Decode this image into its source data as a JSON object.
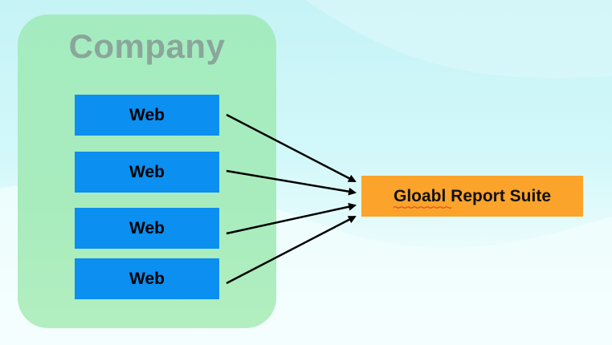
{
  "group": {
    "title": "Company"
  },
  "sources": [
    {
      "label": "Web"
    },
    {
      "label": "Web"
    },
    {
      "label": "Web"
    },
    {
      "label": "Web"
    }
  ],
  "target": {
    "label": "Gloabl Report Suite"
  }
}
